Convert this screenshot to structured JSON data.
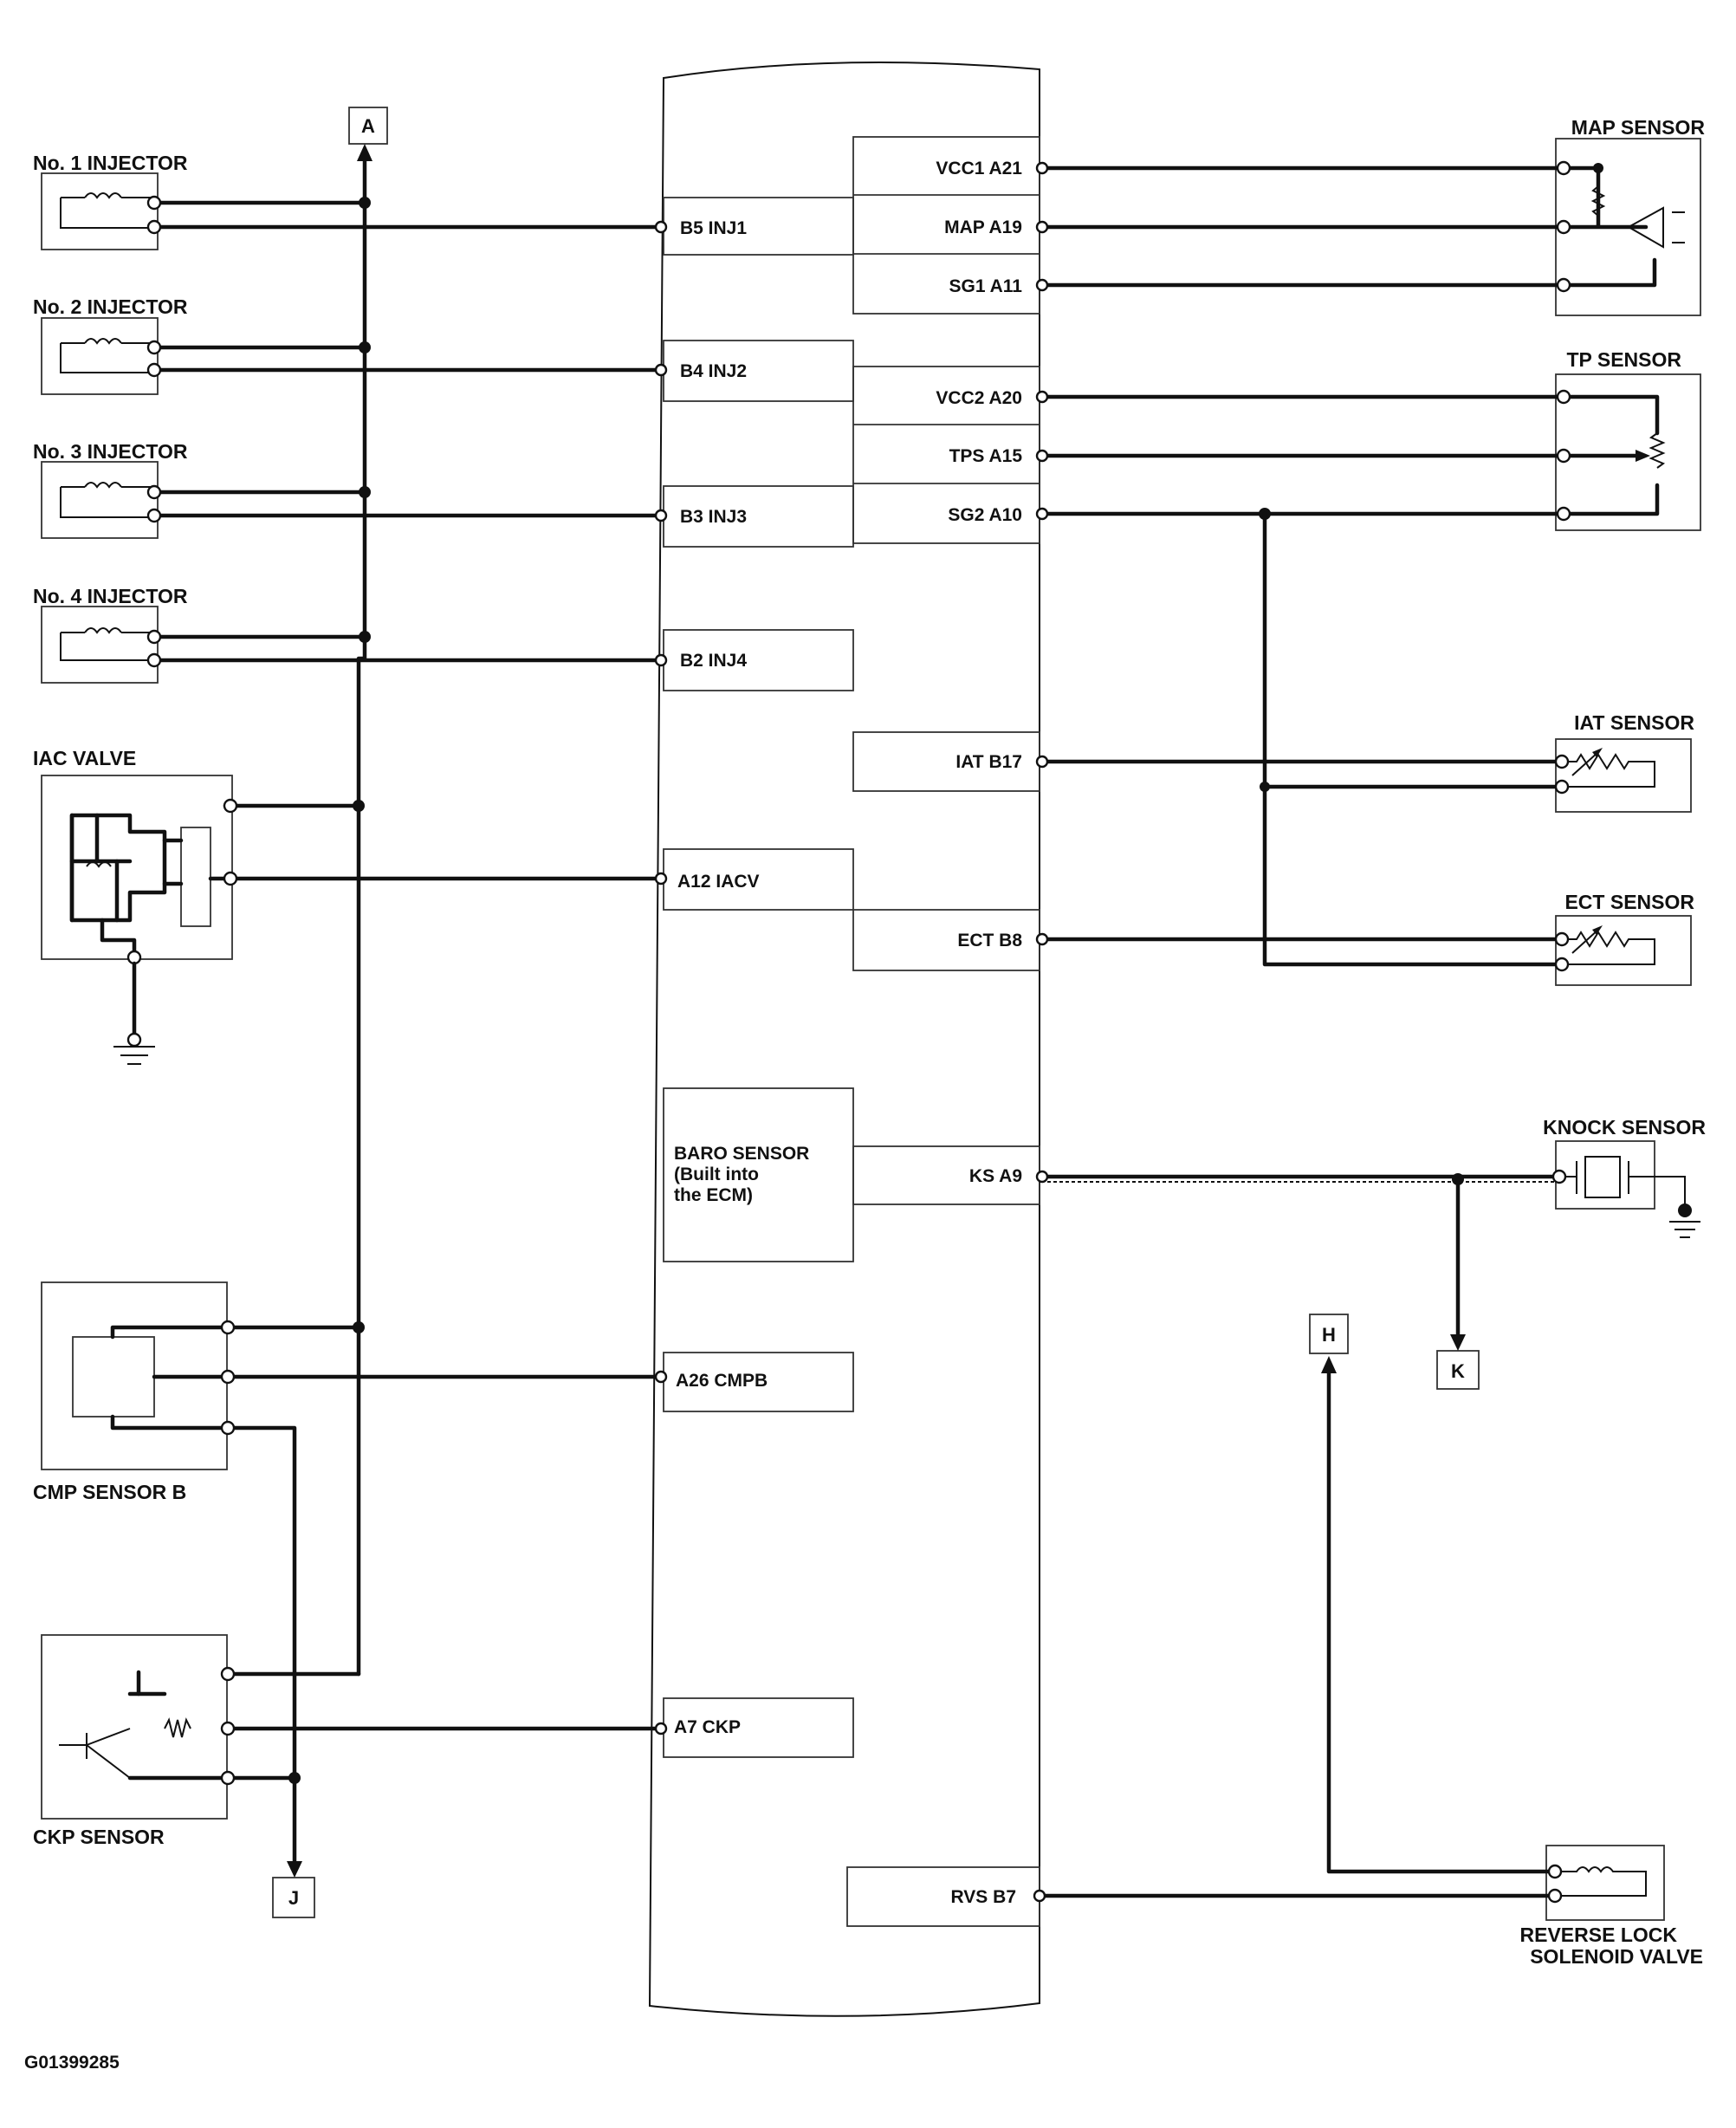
{
  "components": {
    "inj1": "No. 1 INJECTOR",
    "inj2": "No. 2 INJECTOR",
    "inj3": "No. 3 INJECTOR",
    "inj4": "No. 4 INJECTOR",
    "iac": "IAC VALVE",
    "cmp": "CMP SENSOR B",
    "ckp": "CKP SENSOR",
    "map": "MAP SENSOR",
    "tp": "TP SENSOR",
    "iat": "IAT SENSOR",
    "ect": "ECT SENSOR",
    "knock": "KNOCK SENSOR",
    "rev1": "REVERSE LOCK",
    "rev2": "SOLENOID VALVE"
  },
  "baro": [
    "BARO SENSOR",
    "(Built into",
    "the ECM)"
  ],
  "ecm_left_pins": {
    "b5": "B5 INJ1",
    "b4": "B4 INJ2",
    "b3": "B3 INJ3",
    "b2": "B2 INJ4",
    "a12": "A12 IACV",
    "a26": "A26 CMPB",
    "a7": "A7 CKP"
  },
  "ecm_right_pins": {
    "a21": "VCC1 A21",
    "a19": "MAP A19",
    "a11": "SG1 A11",
    "a20": "VCC2 A20",
    "a15": "TPS A15",
    "a10": "SG2 A10",
    "b17": "IAT B17",
    "b8": "ECT B8",
    "a9": "KS A9",
    "b7": "RVS B7"
  },
  "connectors": {
    "a": "A",
    "h": "H",
    "j": "J",
    "k": "K"
  },
  "figure_id": "G01399285"
}
